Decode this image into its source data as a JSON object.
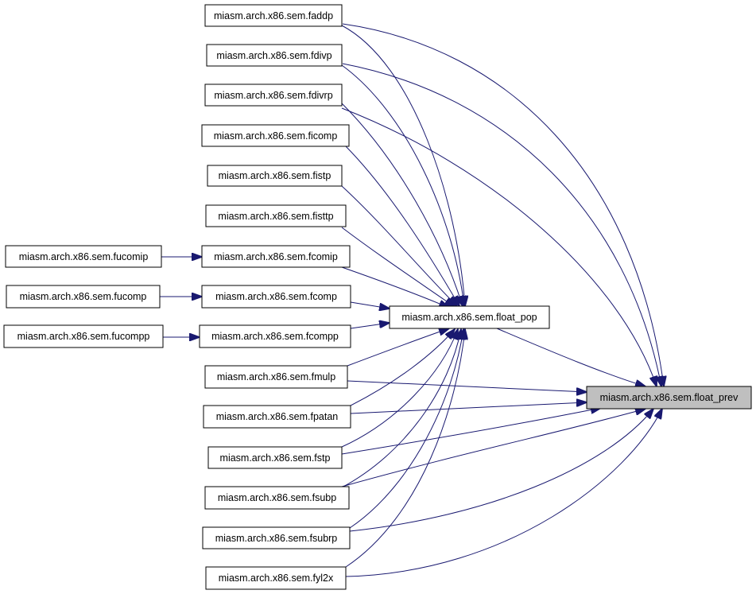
{
  "graph": {
    "edge_color": "#191970",
    "focus_fill": "#bfbfbf",
    "nodes": {
      "float_prev": "miasm.arch.x86.sem.float_prev",
      "float_pop": "miasm.arch.x86.sem.float_pop",
      "faddp": "miasm.arch.x86.sem.faddp",
      "fdivp": "miasm.arch.x86.sem.fdivp",
      "fdivrp": "miasm.arch.x86.sem.fdivrp",
      "ficomp": "miasm.arch.x86.sem.ficomp",
      "fistp": "miasm.arch.x86.sem.fistp",
      "fisttp": "miasm.arch.x86.sem.fisttp",
      "fcomip": "miasm.arch.x86.sem.fcomip",
      "fcomp": "miasm.arch.x86.sem.fcomp",
      "fcompp": "miasm.arch.x86.sem.fcompp",
      "fmulp": "miasm.arch.x86.sem.fmulp",
      "fpatan": "miasm.arch.x86.sem.fpatan",
      "fstp": "miasm.arch.x86.sem.fstp",
      "fsubp": "miasm.arch.x86.sem.fsubp",
      "fsubrp": "miasm.arch.x86.sem.fsubrp",
      "fyl2x": "miasm.arch.x86.sem.fyl2x",
      "fucomip": "miasm.arch.x86.sem.fucomip",
      "fucomp": "miasm.arch.x86.sem.fucomp",
      "fucompp": "miasm.arch.x86.sem.fucompp"
    }
  }
}
